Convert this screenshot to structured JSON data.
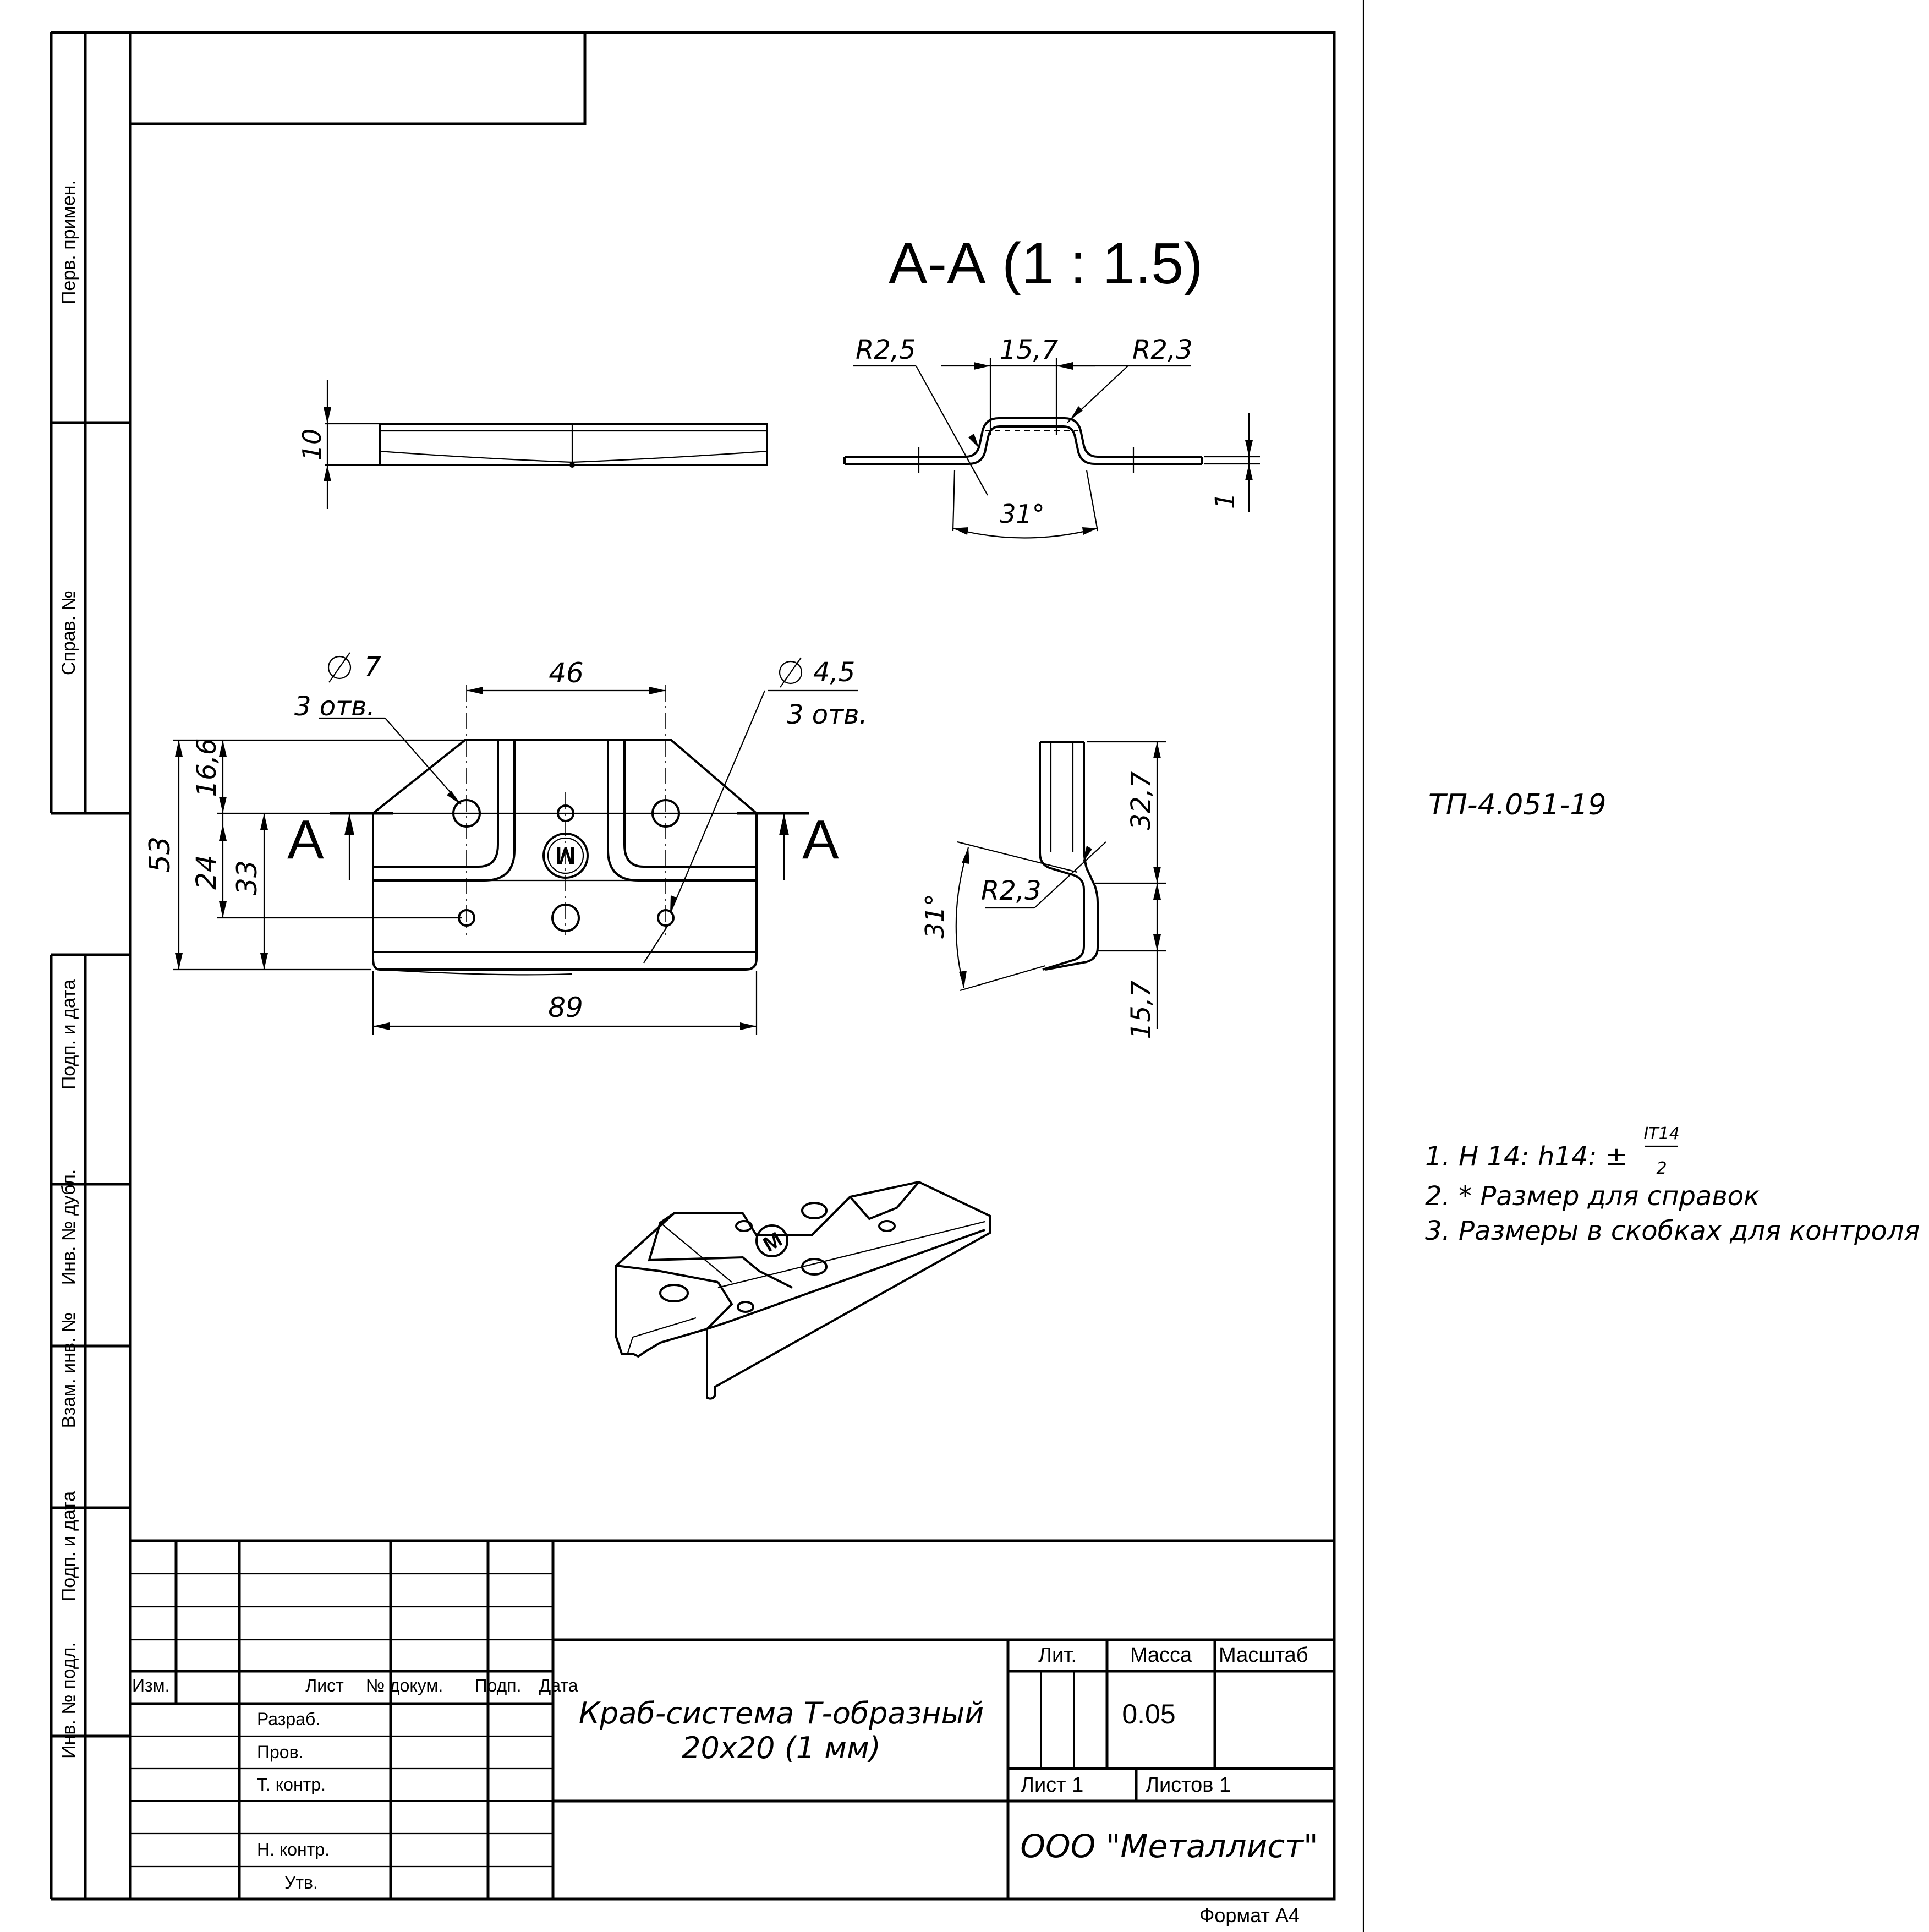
{
  "document": {
    "drawing_code": "ТП-4.051-19",
    "format": "Формат А4"
  },
  "side_stamps": {
    "perv_primen": "Перв. примен.",
    "sprav_no": "Справ. №",
    "podp_i_data_1": "Подп. и дата",
    "inv_no_dubl": "Инв. № дубл.",
    "vzam_inv_no": "Взам. инв. №",
    "podp_i_data_2": "Подп. и дата",
    "inv_no_podl": "Инв. № подл."
  },
  "section_view": {
    "title": "А-А (1 : 1.5)",
    "dims": {
      "r_left": "R2,5",
      "width": "15,7",
      "r_right": "R2,3",
      "thickness": "1",
      "angle": "31°"
    }
  },
  "top_view": {
    "height_dim": "10"
  },
  "plan_view": {
    "hole_large": "7",
    "hole_large_count": "3 отв.",
    "hole_small": "4,5",
    "hole_small_count": "3 отв.",
    "pitch": "46",
    "overall_width": "89",
    "dim_53": "53",
    "dim_16_6": "16,6",
    "dim_24": "24",
    "dim_33": "33",
    "section_mark_left": "А",
    "section_mark_right": "А",
    "logo_letter": "М"
  },
  "side_view": {
    "dim_upper": "32,7",
    "dim_lower": "15,7",
    "radius": "R2,3",
    "angle": "31°"
  },
  "notes": {
    "line1_prefix": "1. Н 14:  h14: ±",
    "line1_numerator": "IT14",
    "line1_denominator": "2",
    "line2": "2. * Размер для справок",
    "line3": "3. Размеры в скобках для контроля"
  },
  "title_block": {
    "col_izm": "Изм.",
    "col_list": "Лист",
    "col_n_dokum": "№ докум.",
    "col_podp": "Подп.",
    "col_data": "Дата",
    "row_razrab": "Разраб.",
    "row_prov": "Пров.",
    "row_t_kontr": "Т. контр.",
    "row_n_kontr": "Н. контр.",
    "row_utv": "Утв.",
    "name_line1": "Краб-система Т-образный",
    "name_line2": "20х20 (1 мм)",
    "hdr_lit": "Лит.",
    "hdr_massa": "Масса",
    "hdr_masshtab": "Масштаб",
    "massa": "0.05",
    "sheet": "Лист 1",
    "sheets": "Листов 1",
    "company": "ООО \"Металлист\""
  }
}
